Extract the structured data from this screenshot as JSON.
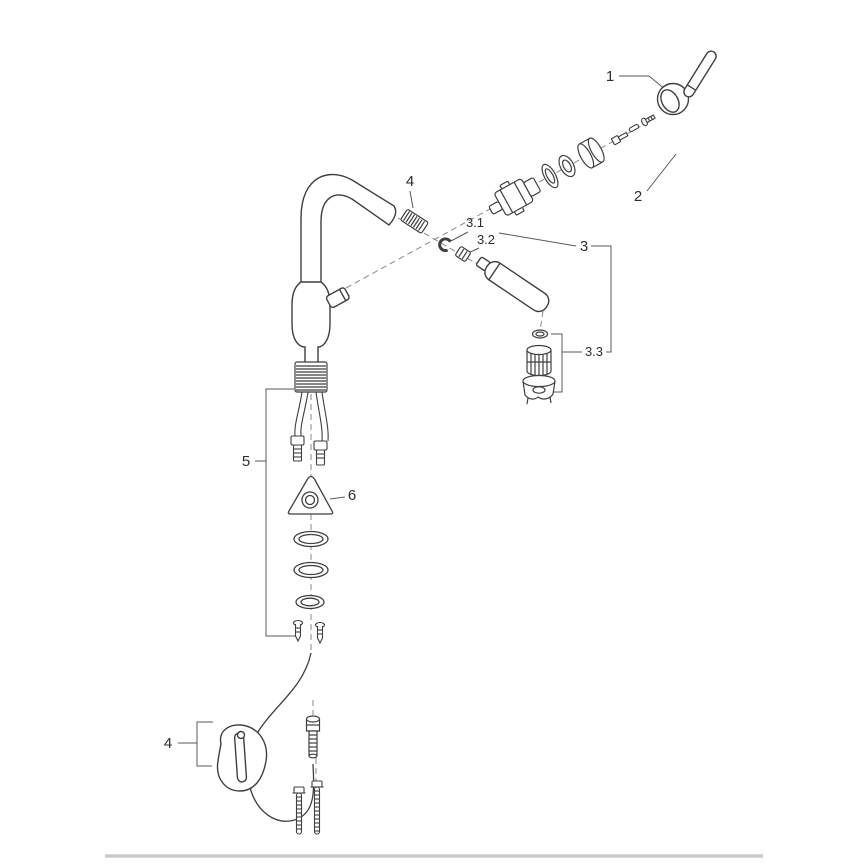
{
  "diagram": {
    "type": "exploded-parts-diagram",
    "subject": "Kitchen faucet with pull-out spray - exploded spare parts view",
    "colors": {
      "background": "#ffffff",
      "line": "#3f3f3f",
      "leader_line": "#5a5a5a",
      "axis_dash": "#8a8a8a",
      "divider": "#c9c9c9"
    },
    "callouts": [
      {
        "label": "1",
        "part": "handle-lever-cap-and-screw"
      },
      {
        "label": "2",
        "part": "cartridge-with-escutcheon-rings"
      },
      {
        "label": "3",
        "part": "pull-out-spray-head"
      },
      {
        "label": "3.1",
        "part": "retaining-clip"
      },
      {
        "label": "3.2",
        "part": "coupling-nut"
      },
      {
        "label": "3.3",
        "part": "aerator-assembly"
      },
      {
        "label": "4",
        "part": "spout-coupling-thread"
      },
      {
        "label": "5",
        "part": "fastening-set"
      },
      {
        "label": "6",
        "part": "mounting-bracket"
      },
      {
        "label": "4",
        "part": "hose-weight"
      }
    ]
  }
}
